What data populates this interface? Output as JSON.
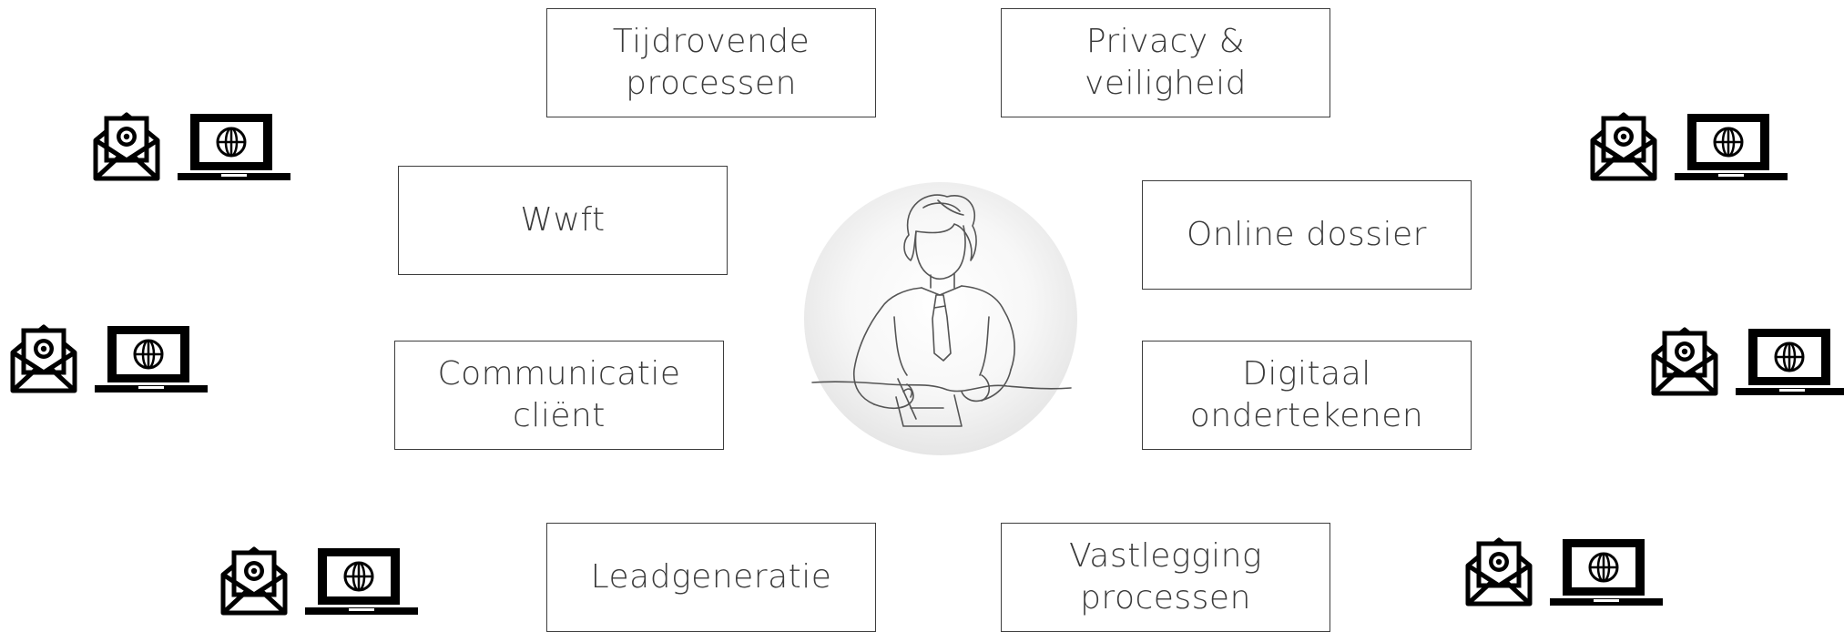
{
  "boxes": {
    "tijdrovende": "Tijdrovende\nprocessen",
    "privacy": "Privacy &\nveiligheid",
    "wwft": "Wwft",
    "online": "Online dossier",
    "communicatie": "Communicatie\ncliënt",
    "digitaal": "Digitaal\nondertekenen",
    "leadgeneratie": "Leadgeneratie",
    "vastlegging": "Vastlegging\nprocessen"
  },
  "icons": {
    "email": "email-envelope-icon",
    "laptop": "laptop-globe-icon",
    "center": "person-signing-document-illustration"
  },
  "colors": {
    "border": "#3d3d3d",
    "text": "#3a3a3a",
    "icon": "#000000",
    "circle": "#f0f0f0"
  }
}
